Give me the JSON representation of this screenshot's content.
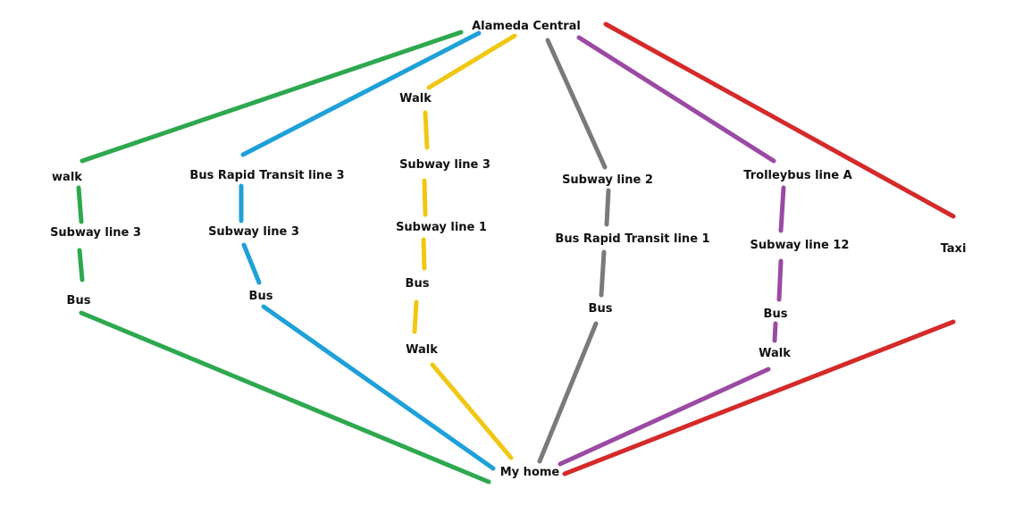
{
  "colors": {
    "green": "#2ea84f",
    "blue": "#1ea0d8",
    "yellow": "#f0c814",
    "gray": "#7a7a7a",
    "purple": "#9b4aa3",
    "red": "#d42a2a"
  },
  "origin": "Alameda Central",
  "destination": "My home",
  "routes": [
    {
      "color": "green",
      "steps": [
        "walk",
        "Subway line 3",
        "Bus"
      ]
    },
    {
      "color": "blue",
      "steps": [
        "Bus Rapid Transit line 3",
        "Subway line 3",
        "Bus"
      ]
    },
    {
      "color": "yellow",
      "steps": [
        "Walk",
        "Subway line 3",
        "Subway line 1",
        "Bus",
        "Walk"
      ]
    },
    {
      "color": "gray",
      "steps": [
        "Subway line 2",
        "Bus Rapid Transit line 1",
        "Bus"
      ]
    },
    {
      "color": "purple",
      "steps": [
        "Trolleybus line A",
        "Subway line 12",
        "Bus",
        "Walk"
      ]
    },
    {
      "color": "red",
      "steps": [
        "Taxi"
      ]
    }
  ]
}
